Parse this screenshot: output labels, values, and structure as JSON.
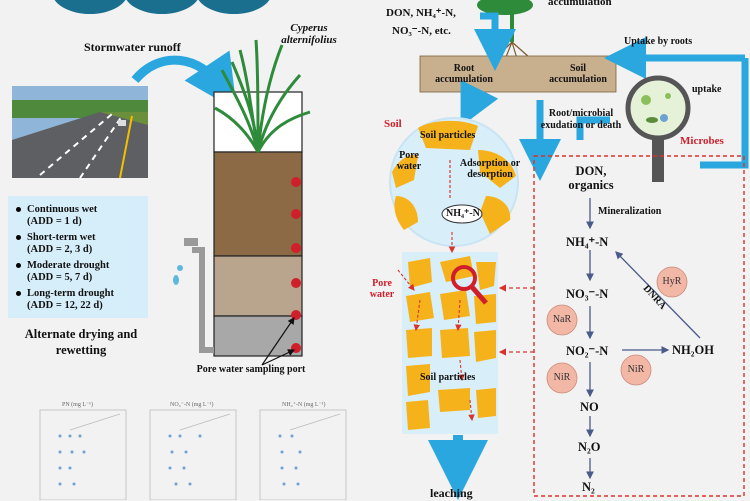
{
  "labels": {
    "stormwater": "Stormwater runoff",
    "plant": "Cyperus alternifolius",
    "pore_water_port": "Pore water sampling port",
    "alternate": "Alternate drying and rewetting",
    "don_inputs": "DON, NH₄⁺-N,",
    "no3_inputs": "NO₃⁻-N, etc.",
    "accumulation": "accumulation",
    "root_accumulation": "Root accumulation",
    "soil_accumulation": "Soil accumulation",
    "uptake_roots": "Uptake by roots",
    "uptake": "uptake",
    "exudation": "Root/microbial exudation or death",
    "microbes": "Microbes",
    "soil": "Soil",
    "soil_particles_top": "Soil particles",
    "pore_water_circle": "Pore water",
    "adsorption": "Adsorption or desorption",
    "nh4_circle": "NH₄⁺-N",
    "pore_water_side": "Pore water",
    "soil_particles_mid": "Soil particles",
    "leaching": "leaching",
    "don_organics": "DON, organics",
    "mineralization": "Mineralization",
    "nh4": "NH₄⁺-N",
    "no3": "NO₃⁻-N",
    "no2": "NO₂⁻-N",
    "no": "NO",
    "n2o": "N₂O",
    "n2": "N₂",
    "nh2oh": "NH₂OH",
    "dnra": "DNRA",
    "hyr": "HyR",
    "nar": "NaR",
    "nir1": "NiR",
    "nir2": "NiR"
  },
  "conditions": [
    {
      "name": "Continuous wet",
      "add": "(ADD = 1 d)"
    },
    {
      "name": "Short-term wet",
      "add": "(ADD = 2, 3 d)"
    },
    {
      "name": "Moderate drought",
      "add": "(ADD = 5, 7 d)"
    },
    {
      "name": "Long-term drought",
      "add": "(ADD = 12, 22 d)"
    }
  ],
  "mini_charts": [
    {
      "title": "PN (mg L⁻¹)"
    },
    {
      "title": "NO₃⁻-N (mg L⁻¹)"
    },
    {
      "title": "NH₄⁺-N (mg L⁻¹)"
    }
  ],
  "colors": {
    "arrow_blue": "#2aa7df",
    "soil_orange": "#f5b21b",
    "dashed_red": "#d9342b",
    "enzyme_pink": "#f3b7a6"
  }
}
